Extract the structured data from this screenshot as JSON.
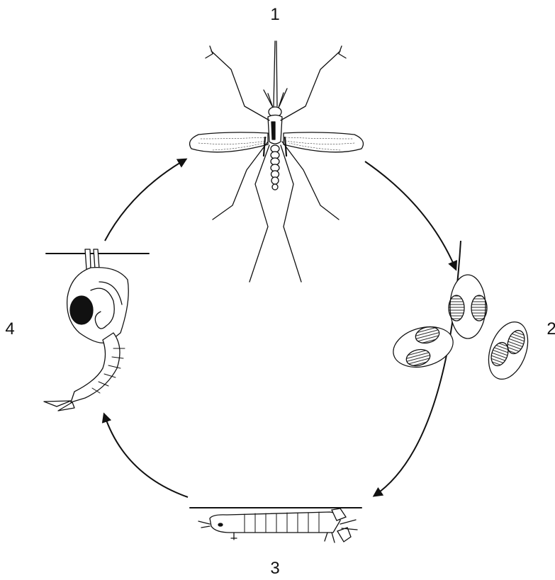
{
  "stages": [
    {
      "label": "1",
      "icon": "adult-mosquito-icon"
    },
    {
      "label": "2",
      "icon": "eggs-icon"
    },
    {
      "label": "3",
      "icon": "larva-icon"
    },
    {
      "label": "4",
      "icon": "pupa-icon"
    }
  ],
  "colors": {
    "ink": "#111111",
    "background": "#ffffff"
  }
}
